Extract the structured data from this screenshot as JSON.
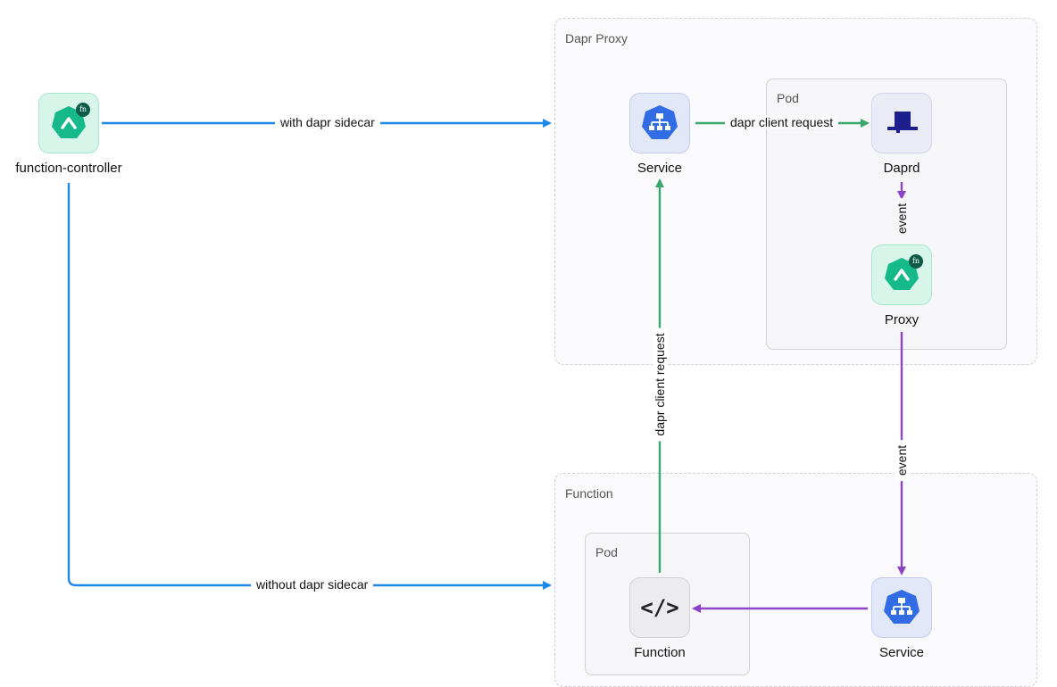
{
  "groups": {
    "dapr_proxy": "Dapr Proxy",
    "function": "Function",
    "pod": "Pod"
  },
  "nodes": {
    "function_controller": "function-controller",
    "proxy_service": "Service",
    "daprd": "Daprd",
    "proxy": "Proxy",
    "function": "Function",
    "function_service": "Service"
  },
  "edges": {
    "with_sidecar": "with dapr sidecar",
    "without_sidecar": "without dapr sidecar",
    "client_request_h": "dapr client request",
    "client_request_v": "dapr client request",
    "event_1": "event",
    "event_2": "event"
  },
  "icons": {
    "fn_badge": "fn",
    "code": "</>"
  },
  "colors": {
    "blue_edge": "#1e88e5",
    "green_edge": "#3aa76d",
    "purple_edge": "#8e44c8",
    "openfunction_teal": "#16b98a",
    "k8s_blue": "#326ce5",
    "dapr_navy": "#1d1f8c"
  }
}
